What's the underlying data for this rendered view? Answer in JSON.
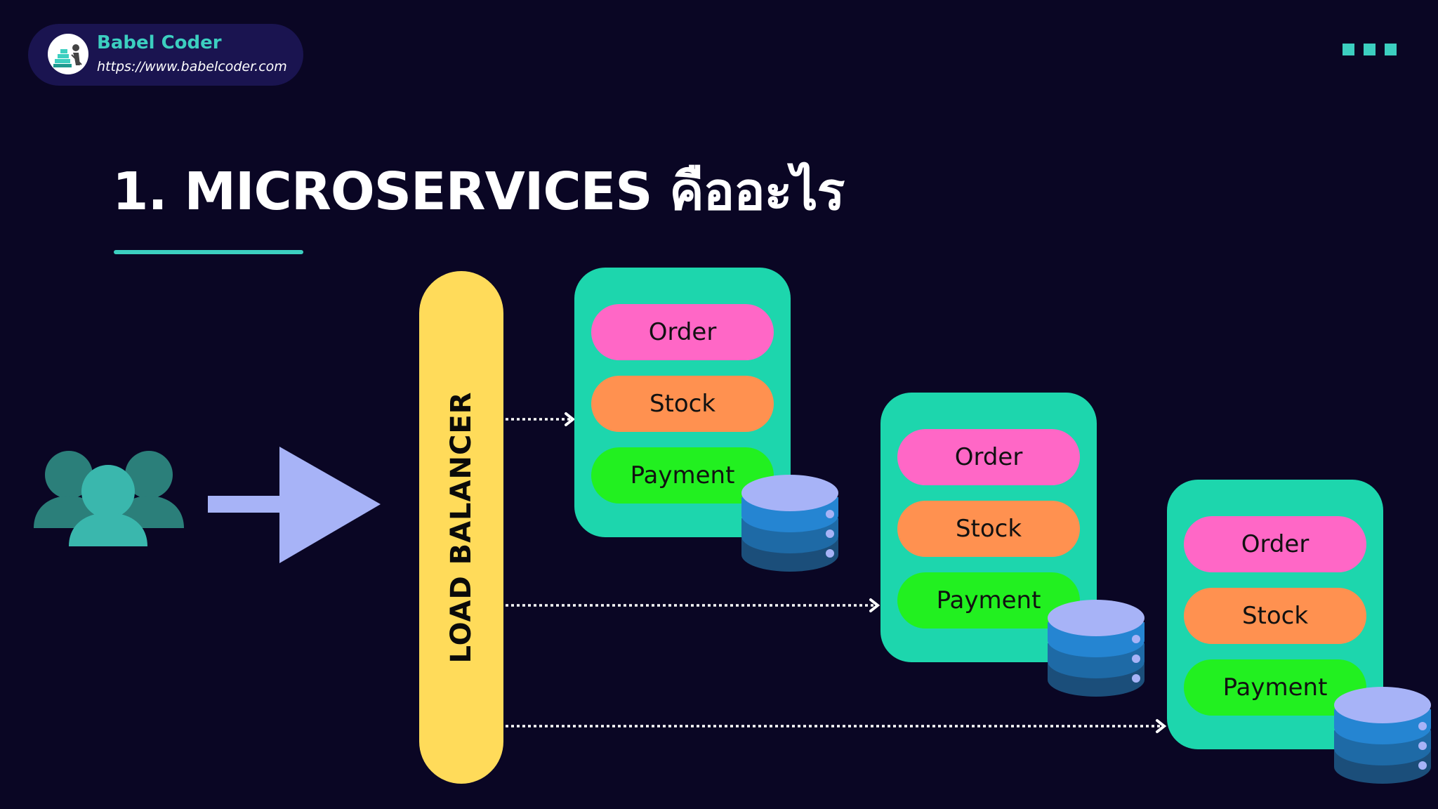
{
  "brand": {
    "name": "Babel Coder",
    "url": "https://www.babelcoder.com"
  },
  "slide": {
    "title": "1. MICROSERVICES คืออะไร"
  },
  "diagram": {
    "load_balancer_label": "LOAD BALANCER",
    "services": [
      {
        "order": "Order",
        "stock": "Stock",
        "payment": "Payment"
      },
      {
        "order": "Order",
        "stock": "Stock",
        "payment": "Payment"
      },
      {
        "order": "Order",
        "stock": "Stock",
        "payment": "Payment"
      }
    ]
  },
  "colors": {
    "background": "#0a0624",
    "accent": "#3ccfc0",
    "load_balancer": "#ffdb5a",
    "service_box": "#1dd6ad",
    "order": "#ff67c6",
    "stock": "#ff9150",
    "payment": "#22f020",
    "arrow": "#a7b3f7",
    "users": "#3ab7ad"
  },
  "icons": {
    "users": "users-group-icon",
    "arrow": "request-arrow-icon",
    "database": "database-icon",
    "menu": "dots-menu-icon"
  }
}
